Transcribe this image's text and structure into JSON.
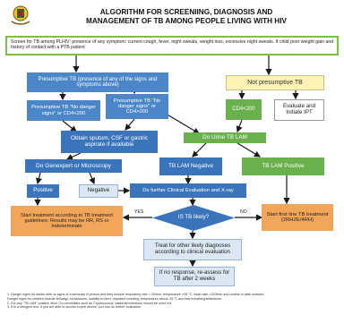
{
  "title_line1": "ALGORITHM FOR SCREENIING, DIAGNOSIS AND",
  "title_line2": "MANAGEMENT OF TB AMONG PEOPLE LIVING WITH HIV",
  "colors": {
    "blue": "#4a86c8",
    "green": "#6ab04c",
    "yellow": "#fbf2b3",
    "orange": "#f2a65a",
    "light_blue": "#dce7f4",
    "screen_border": "#7cc044"
  },
  "screen_box": "Screen for TB among PLHIV: presence of any symptom: current cough, fever, night sweats, weight loss, excessive night sweats. If child poor weight gain and history of contact with a PTB patient",
  "presumptive_tb": "Presumptive TB (presence of any of the signs and symptoms above)",
  "not_presumptive_tb": "Not presumptive TB",
  "presumptive_danger": "Presumptive TB \"No danger signs\" or CD4<200",
  "presumptive_no_danger": "Presumptive TB \"No danger signs\" or CD4>200",
  "cd4_box": "CD4<200",
  "evaluate_ipt": "Evaluate and Initiate IPT",
  "obtain_sputum": "Obtain sputum, CSF or gastric aspirate if available",
  "do_urine_lam": "Do Urine TB LAM",
  "do_genexpert": "Do Genexpert or Microscopy",
  "tb_lam_negative": "TB LAM Negative",
  "tb_lam_positive": "TB LAM Positive",
  "positive": "Positive",
  "negative": "Negative",
  "further_eval": "Do further Clinical Evaluation and X-ray",
  "start_treatment": "Start treatment according to TB treatment guidelines; Results may be RR, RS or Indeterminate",
  "is_tb_likely": "IS TB likely?",
  "yes_label": "YES",
  "no_label": "NO",
  "start_first_line": "Start first line TB treatment (2RHZE/4RH)",
  "treat_other": "Treat for other likely diagnoses according to clinical evaluation",
  "if_no_response": "If no response, re-assess for TB after 2 weeks",
  "footnotes": [
    "1. Danger signs for adults refer to signs of a seriously ill person and they include respiratory rate > 30/min, temperature >39 °C, heart rate >120/min and unable to walk unaided.",
    "   Danger signs for children include lethargy, convulsions, inability to feed, repeated vomiting, temperature above 39 °C and fast breathing/retractions.",
    "2. For any \"TB LAM\" positive other Co-morbidities such as Cryptococcus, bacterial infections should be ruled out",
    "3. It is a stringent test; if you are able to access expert advice, you can do further evaluation"
  ]
}
